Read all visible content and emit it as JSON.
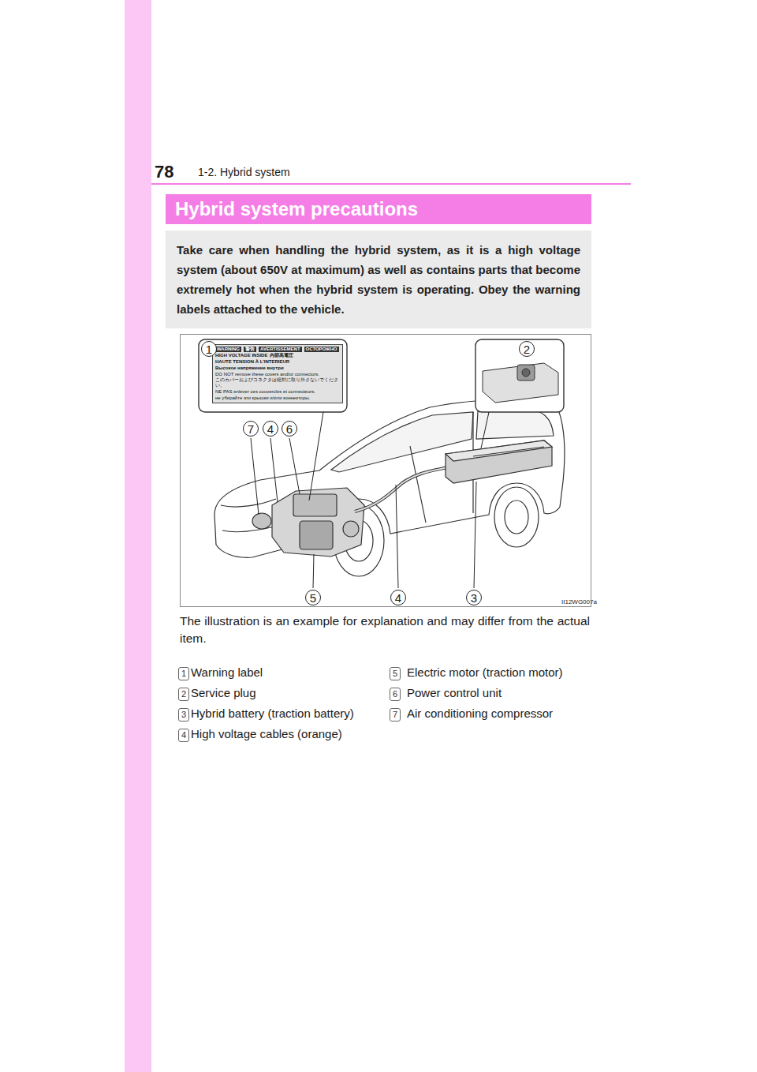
{
  "diagram": {
    "title": "Hybrid system precautions",
    "nodes": [
      {
        "text": [
          "Take care when handling the hybrid system, as it is a high voltage system (about 650V at maximum) as well as contains parts that become extremely hot when the hybrid system is operating. Obey the warning labels attached to the vehicle."
        ]
      },
      {
        "text": [
          "WARNING",
          "警告",
          "AVERTISSEMENT",
          "ОСТОРОЖНО",
          "HIGH VOLTAGE INSIDE",
          "内部高電圧",
          "HAUTE TENSION À L'INTERIEUR",
          "Высокое напряжение внутри",
          "DO NOT remove these covers and/or connectors.",
          "このカバーおよびコネクタは絶対に取り外さないでください。",
          "NE PAS enlever ces couvercles et connecteurs.",
          "не убирайте эти крышки и/или коннекторы."
        ]
      }
    ],
    "labels": [
      "78",
      "1-2. Hybrid system",
      "1",
      "2",
      "7",
      "4",
      "6",
      "5",
      "4",
      "3",
      "II12WG007a",
      "The illustration is an example for explanation and may differ from the actual item.",
      "1",
      "Warning label",
      "2",
      "Service plug",
      "3",
      "Hybrid battery (traction battery)",
      "4",
      "High voltage cables (orange)",
      "5",
      "Electric motor (traction motor)",
      "6",
      "Power control unit",
      "7",
      "Air conditioning compressor"
    ]
  }
}
